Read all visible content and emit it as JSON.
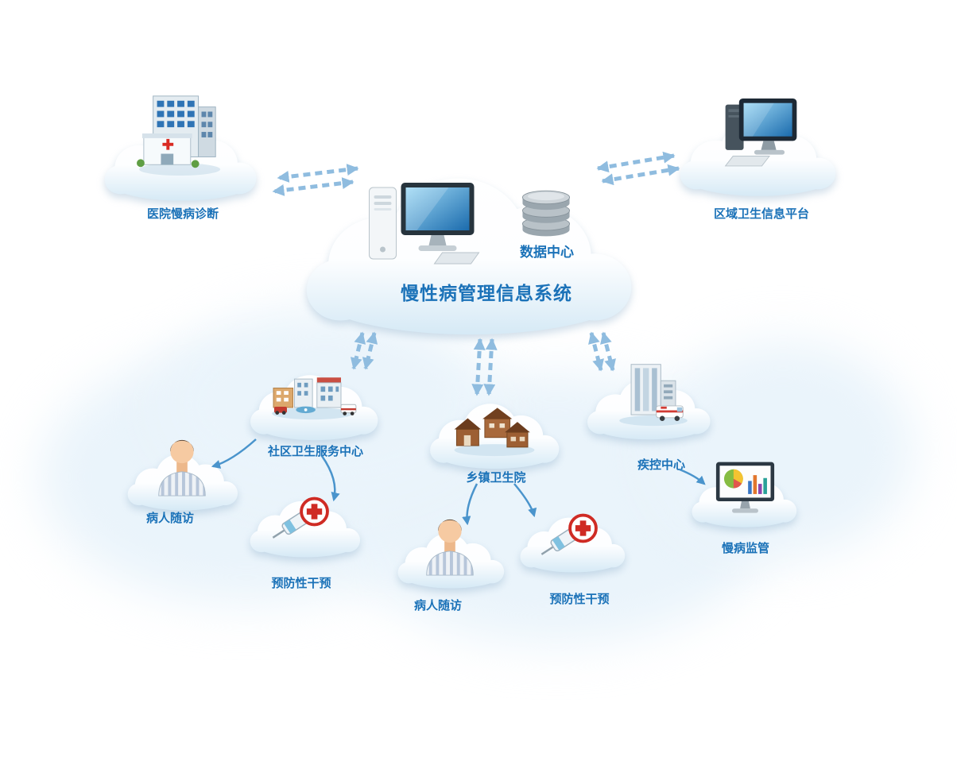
{
  "title": "慢性病管理信息系统",
  "nodes": {
    "data_center": {
      "label": "数据中心"
    },
    "hospital": {
      "label": "医院慢病诊断"
    },
    "regional_platform": {
      "label": "区域卫生信息平台"
    },
    "community_center": {
      "label": "社区卫生服务中心"
    },
    "township_clinic": {
      "label": "乡镇卫生院"
    },
    "cdc": {
      "label": "疾控中心"
    },
    "patient_followup_left": {
      "label": "病人随访"
    },
    "preventive_intervention_left": {
      "label": "预防性干预"
    },
    "patient_followup_center": {
      "label": "病人随访"
    },
    "preventive_intervention_right": {
      "label": "预防性干预"
    },
    "chronic_supervision": {
      "label": "慢病监管"
    }
  },
  "colors": {
    "label_text": "#1b72b8",
    "dashed_arrow": "#8fbcdf",
    "solid_arrow": "#4a94cc",
    "cloud_shade": "#d3e8f5"
  }
}
